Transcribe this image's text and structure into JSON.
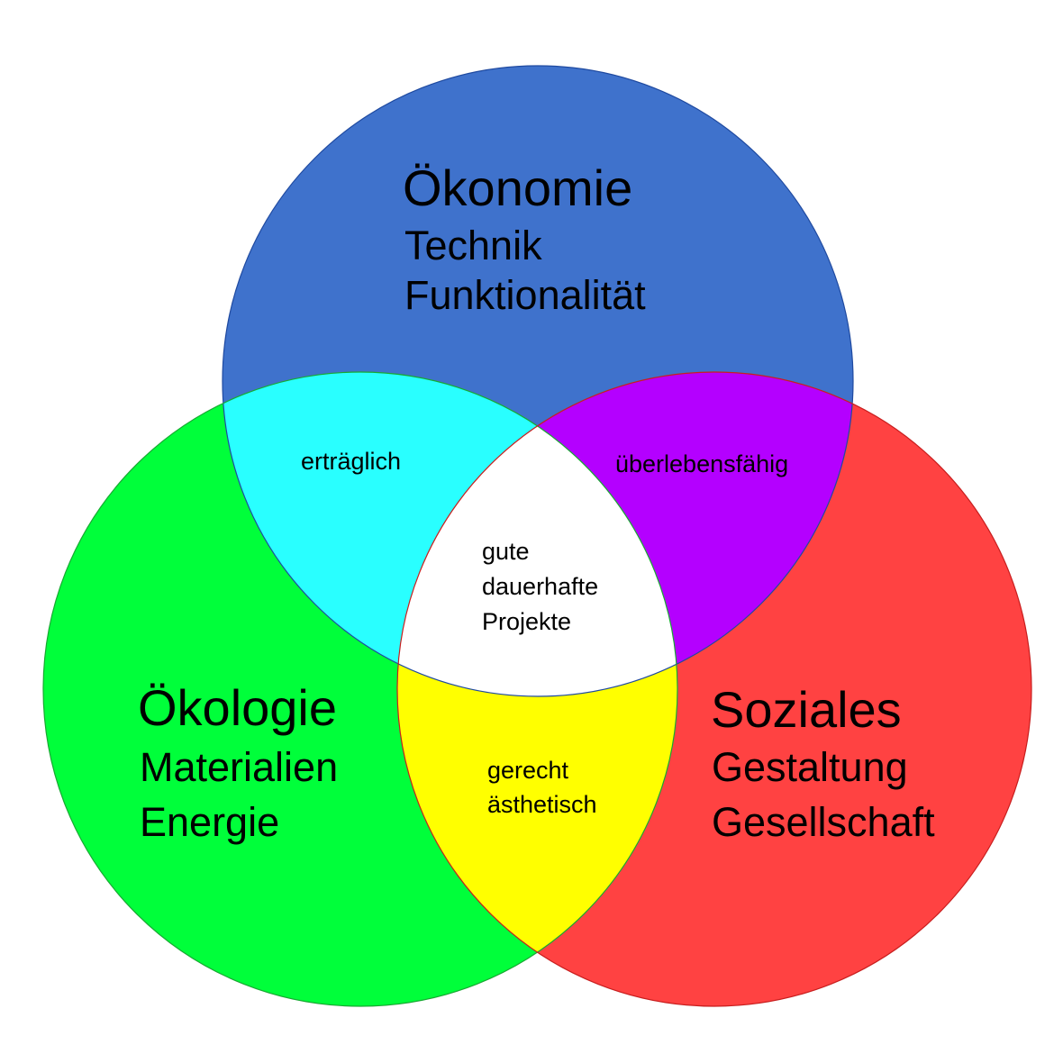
{
  "colors": {
    "economy": "#3f72cc",
    "ecology": "#00ff3a",
    "social": "#ff4242",
    "economy_ecology": "#29ffff",
    "economy_social": "#b400ff",
    "ecology_social": "#ffff00",
    "center": "#ffffff"
  },
  "circles": {
    "economy": {
      "title": "Ökonomie",
      "lines": [
        "Technik",
        "Funktionalität"
      ]
    },
    "ecology": {
      "title": "Ökologie",
      "lines": [
        "Materialien",
        "Energie"
      ]
    },
    "social": {
      "title": "Soziales",
      "lines": [
        "Gestaltung",
        "Gesellschaft"
      ]
    }
  },
  "overlaps": {
    "economy_ecology": [
      "erträglich"
    ],
    "economy_social": [
      "überlebensfähig"
    ],
    "ecology_social": [
      "gerecht",
      "ästhetisch"
    ],
    "center": [
      "gute",
      "dauerhafte",
      "Projekte"
    ]
  }
}
